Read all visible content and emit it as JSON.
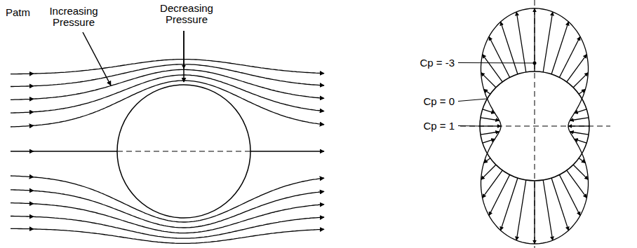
{
  "diagram": {
    "labels": [
      "Patm",
      "Increasing Pressure",
      "Decreasing Pressure",
      "Cp = -3",
      "Cp = 0",
      "Cp = 1"
    ]
  }
}
